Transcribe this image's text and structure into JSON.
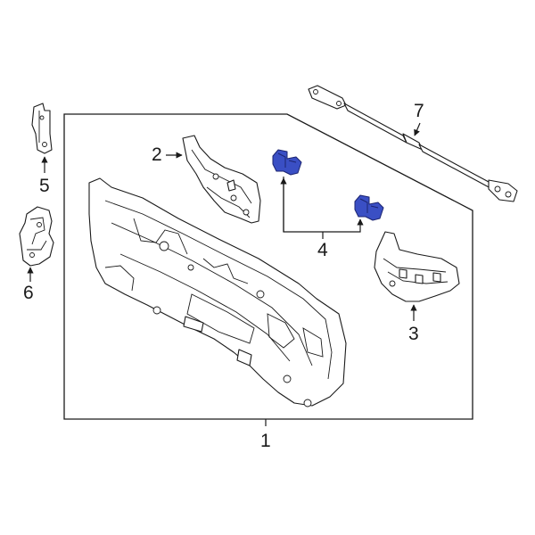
{
  "callouts": {
    "c1": "1",
    "c2": "2",
    "c3": "3",
    "c4": "4",
    "c5": "5",
    "c6": "6",
    "c7": "7"
  },
  "colors": {
    "highlight": "#3a4fc4",
    "line": "#1a1a1a",
    "background": "#ffffff"
  }
}
